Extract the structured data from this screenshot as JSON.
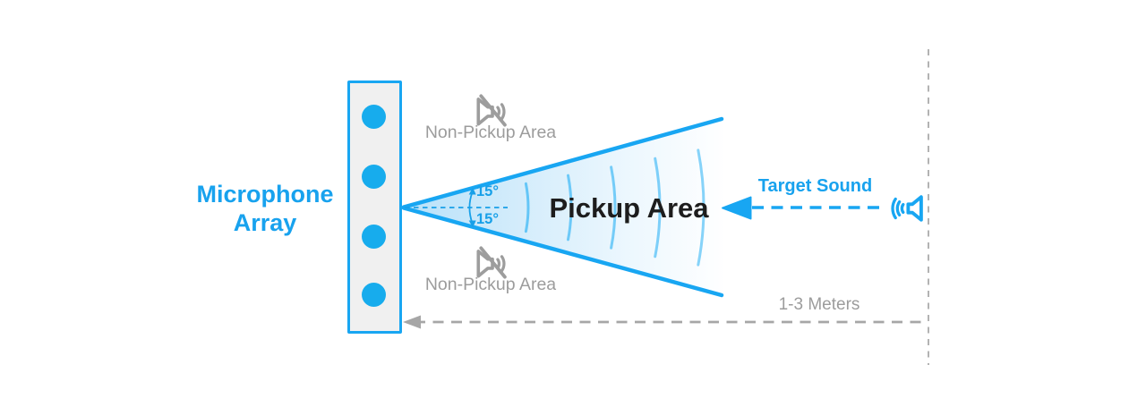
{
  "colors": {
    "accent_blue": "#18a6f2",
    "mic_dot_blue": "#17aced",
    "wave_blue": "#5fc4f7",
    "cone_fill_start": "#b7e1f9",
    "cone_fill_end": "#ffffff",
    "gray_text": "#9c9c9c",
    "gray_line": "#a6a6a6",
    "pickup_text": "#1d1d1d",
    "panel_fill": "#f0f0f0"
  },
  "mic_array": {
    "label_line1": "Microphone",
    "label_line2": "Array",
    "mic_count": 4
  },
  "pickup_area": {
    "label": "Pickup Area",
    "upper_angle": "15°",
    "lower_angle": "15°",
    "wave_count": 5
  },
  "non_pickup_top": {
    "label": "Non-Pickup Area",
    "icon": "muted-speaker-icon"
  },
  "non_pickup_bottom": {
    "label": "Non-Pickup Area",
    "icon": "muted-speaker-icon"
  },
  "target_sound": {
    "label": "Target Sound",
    "icon": "speaker-icon"
  },
  "distance": {
    "label": "1-3 Meters"
  }
}
